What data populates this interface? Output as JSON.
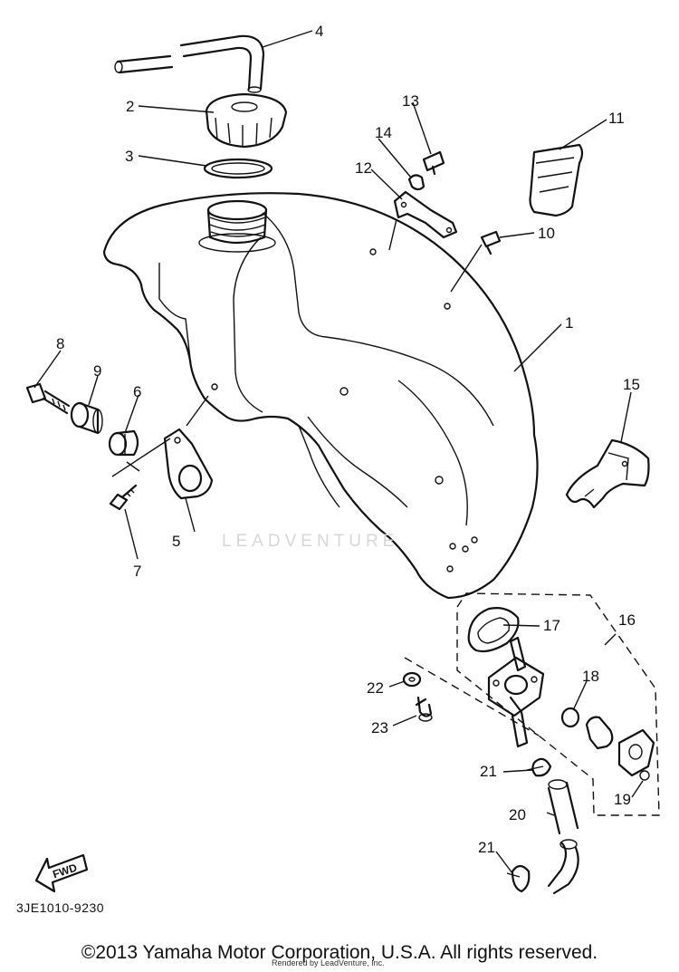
{
  "diagram": {
    "part_code": "3JE1010-9230",
    "fwd_label": "FWD",
    "watermark": "LEADVENTURE",
    "copyright": "©2013 Yamaha Motor Corporation, U.S.A. All rights reserved.",
    "rendered_by": "Rendered by LeadVenture, Inc.",
    "callouts": [
      "1",
      "2",
      "3",
      "4",
      "5",
      "6",
      "7",
      "8",
      "9",
      "10",
      "11",
      "12",
      "13",
      "14",
      "15",
      "16",
      "17",
      "18",
      "19",
      "20",
      "21",
      "21",
      "22",
      "23"
    ]
  }
}
